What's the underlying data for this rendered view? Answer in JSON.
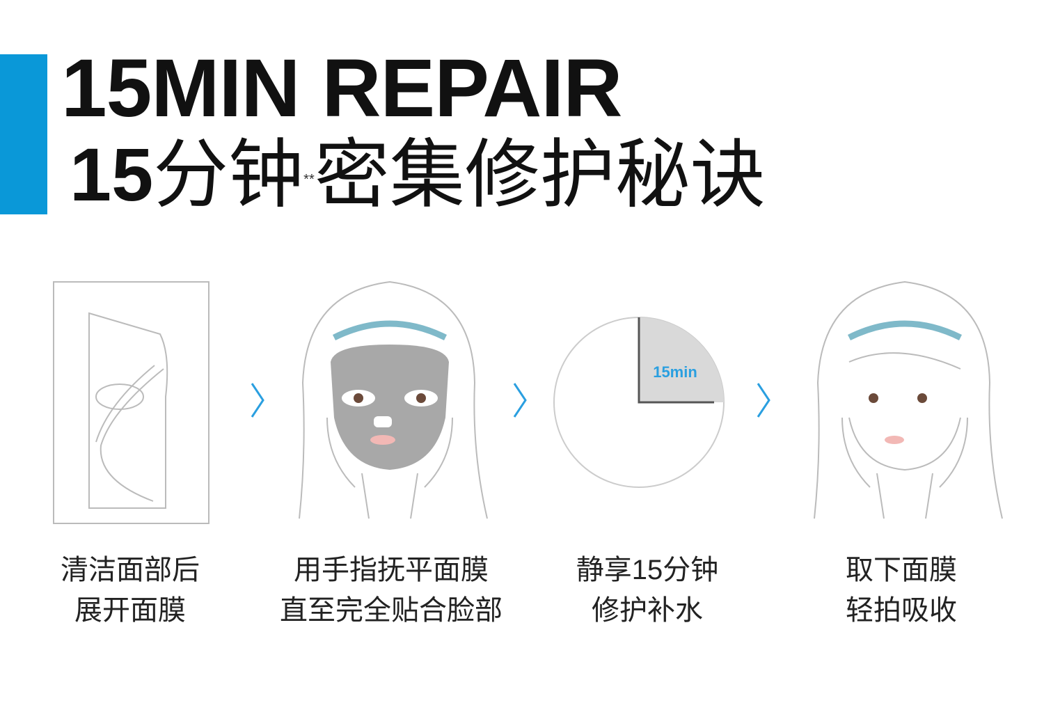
{
  "header": {
    "title_en": "15MIN REPAIR",
    "title_cn_number": "15",
    "title_cn_a": "分钟",
    "title_cn_mark": "**",
    "title_cn_b": "密集修护秘诀",
    "accent_color": "#0a98d8"
  },
  "steps": [
    {
      "icon": "mask-package-icon",
      "line1": "清洁面部后",
      "line2": "展开面膜"
    },
    {
      "icon": "face-with-mask-icon",
      "line1": "用手指抚平面膜",
      "line2": "直至完全贴合脸部"
    },
    {
      "icon": "clock-icon",
      "clock_label": "15min",
      "line1": "静享15分钟",
      "line2": "修护补水"
    },
    {
      "icon": "face-after-mask-icon",
      "line1": "取下面膜",
      "line2": "轻拍吸收"
    }
  ],
  "arrow_color": "#2a9fe0"
}
